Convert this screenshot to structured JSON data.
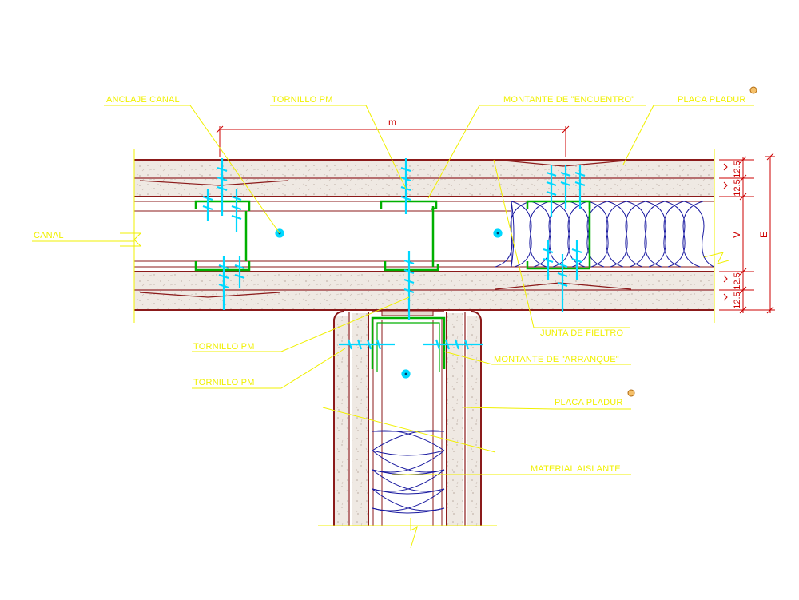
{
  "labels": {
    "anclaje_canal": "ANCLAJE CANAL",
    "tornillo_pm_top": "TORNILLO PM",
    "montante_encuentro": "MONTANTE DE \"ENCUENTRO\"",
    "placa_pladur_top": "PLACA PLADUR",
    "canal": "CANAL",
    "tornillo_pm_1": "TORNILLO PM",
    "tornillo_pm_2": "TORNILLO PM",
    "junta_fieltro": "JUNTA DE FIELTRO",
    "montante_arranque": "MONTANTE DE \"ARRANQUE\"",
    "placa_pladur_right": "PLACA PLADUR",
    "material_aislante": "MATERIAL AISLANTE"
  },
  "dimensions": {
    "m": "m",
    "v": "V",
    "e": "E",
    "board_1": "12.5",
    "board_2": "12.5",
    "board_3": "12.5",
    "board_4": "12.5"
  },
  "colors": {
    "leader": "#f0f000",
    "dimension": "#cc0000",
    "board_edge": "#8b1a1a",
    "stud": "#00b000",
    "screw": "#00d8ff",
    "insulation": "#1a1aa0",
    "gypsum_fill": "#efe9e3"
  },
  "icons": {
    "pladur_marker": "circle-marker-icon",
    "break_line": "break-line-icon"
  }
}
